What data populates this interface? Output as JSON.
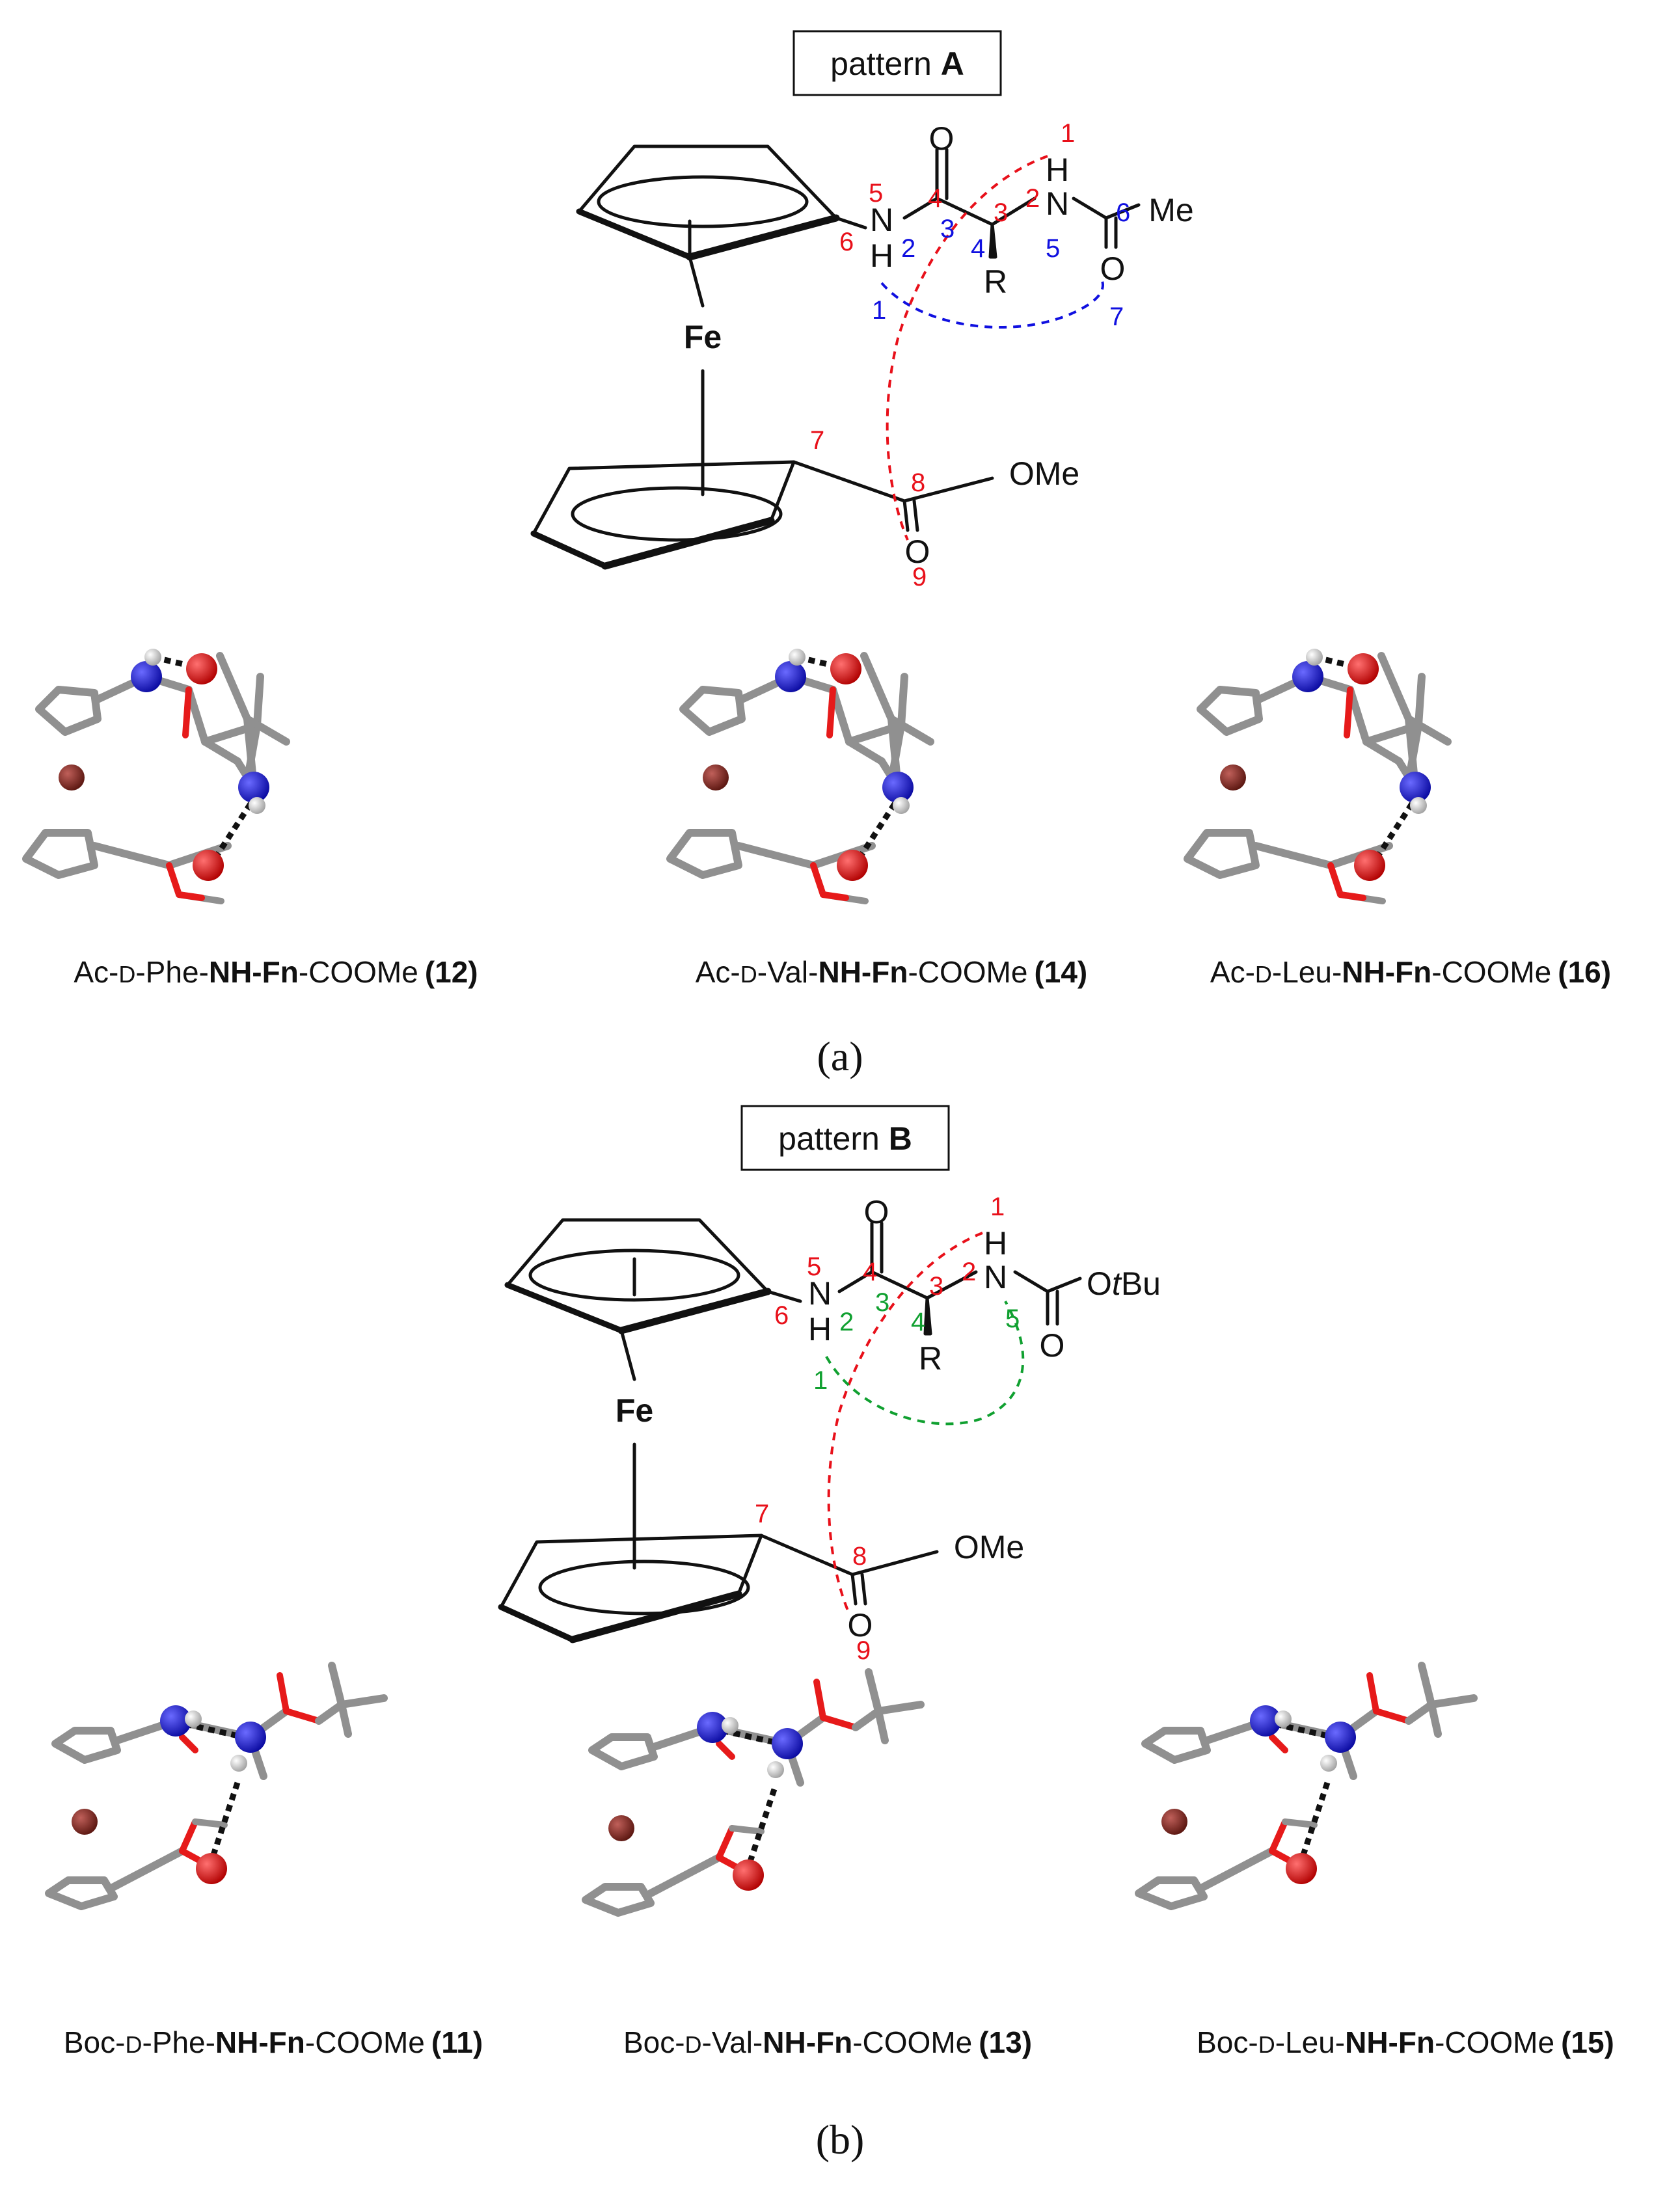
{
  "panel_a": {
    "box_prefix": "pattern ",
    "box_letter": "A",
    "atoms": {
      "fe": "Fe",
      "o_top": "O",
      "n_left": "N",
      "h_left": "H",
      "h_right": "H",
      "n_right": "N",
      "r": "R",
      "o_right": "O",
      "me": "Me",
      "ome": "OMe",
      "o_bottom": "O"
    },
    "red_numbers": [
      "1",
      "2",
      "3",
      "4",
      "5",
      "6",
      "7",
      "8",
      "9"
    ],
    "blue_numbers": [
      "1",
      "2",
      "3",
      "4",
      "5",
      "6",
      "7"
    ],
    "compounds": [
      {
        "prefix": "Ac-",
        "d": "D",
        "residue": "-Phe-",
        "bold": "NH-Fn",
        "suffix": "-COOMe",
        "num": "(12)"
      },
      {
        "prefix": "Ac-",
        "d": "D",
        "residue": "-Val-",
        "bold": "NH-Fn",
        "suffix": "-COOMe",
        "num": "(14)"
      },
      {
        "prefix": "Ac-",
        "d": "D",
        "residue": "-Leu-",
        "bold": "NH-Fn",
        "suffix": "-COOMe",
        "num": "(16)"
      }
    ],
    "caption": "(a)"
  },
  "panel_b": {
    "box_prefix": "pattern ",
    "box_letter": "B",
    "atoms": {
      "fe": "Fe",
      "o_top": "O",
      "n_left": "N",
      "h_left": "H",
      "h_right": "H",
      "n_right": "N",
      "r": "R",
      "o_right": "O",
      "otbu_o": "O",
      "otbu_t": "t",
      "otbu_bu": "Bu",
      "ome": "OMe",
      "o_bottom": "O"
    },
    "red_numbers": [
      "1",
      "2",
      "3",
      "4",
      "5",
      "6",
      "7",
      "8",
      "9"
    ],
    "green_numbers": [
      "1",
      "2",
      "3",
      "4",
      "5"
    ],
    "compounds": [
      {
        "prefix": "Boc-",
        "d": "D",
        "residue": "-Phe-",
        "bold": "NH-Fn",
        "suffix": "-COOMe",
        "num": "(11)"
      },
      {
        "prefix": "Boc-",
        "d": "D",
        "residue": "-Val-",
        "bold": "NH-Fn",
        "suffix": "-COOMe",
        "num": "(13)"
      },
      {
        "prefix": "Boc-",
        "d": "D",
        "residue": "-Leu-",
        "bold": "NH-Fn",
        "suffix": "-COOMe",
        "num": "(15)"
      }
    ],
    "caption": "(b)"
  },
  "colors": {
    "red": "#e8101a",
    "blue": "#1010e0",
    "green": "#10a030",
    "bond": "#909090",
    "iron": "#8b2a1e",
    "nitrogen": "#1a1ae6",
    "oxygen": "#e61a1a",
    "hydrogen": "#e8e8e8"
  }
}
